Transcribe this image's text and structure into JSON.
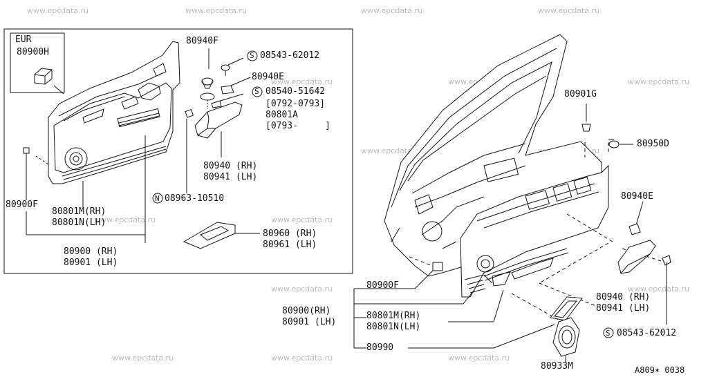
{
  "watermark": "www.epcdata.ru",
  "diagram_code": "A809✶ 0038",
  "inset": {
    "eur_label": "EUR",
    "eur_part": "80900H",
    "labels": {
      "p80940F": "80940F",
      "s1": "08543-62012",
      "p80940E": "80940E",
      "s2": "08540-51642",
      "date1": "[0792-0793]",
      "p80801A": "80801A",
      "date2": "[0793-     ]",
      "p80900F": "80900F",
      "n1": "08963-10510",
      "p80940rh": "80940 (RH)",
      "p80941lh": "80941 (LH)",
      "p80801M": "80801M(RH)",
      "p80801N": "80801N(LH)",
      "p80900rh": "80900 (RH)",
      "p80901lh": "80901 (LH)",
      "p80960rh": "80960 (RH)",
      "p80961lh": "80961 (LH)"
    }
  },
  "main": {
    "labels": {
      "p80901G": "80901G",
      "p80950D": "80950D",
      "p80940E": "80940E",
      "p80900F": "80900F",
      "p80900rh": "80900(RH)",
      "p80901lh": "80901 (LH)",
      "p80801M": "80801M(RH)",
      "p80801N": "80801N(LH)",
      "p80990": "80990",
      "p80940rh": "80940 (RH)",
      "p80941lh": "80941 (LH)",
      "s1": "08543-62012",
      "p80933M": "80933M"
    }
  },
  "symbols": {
    "s": "S",
    "n": "N"
  }
}
